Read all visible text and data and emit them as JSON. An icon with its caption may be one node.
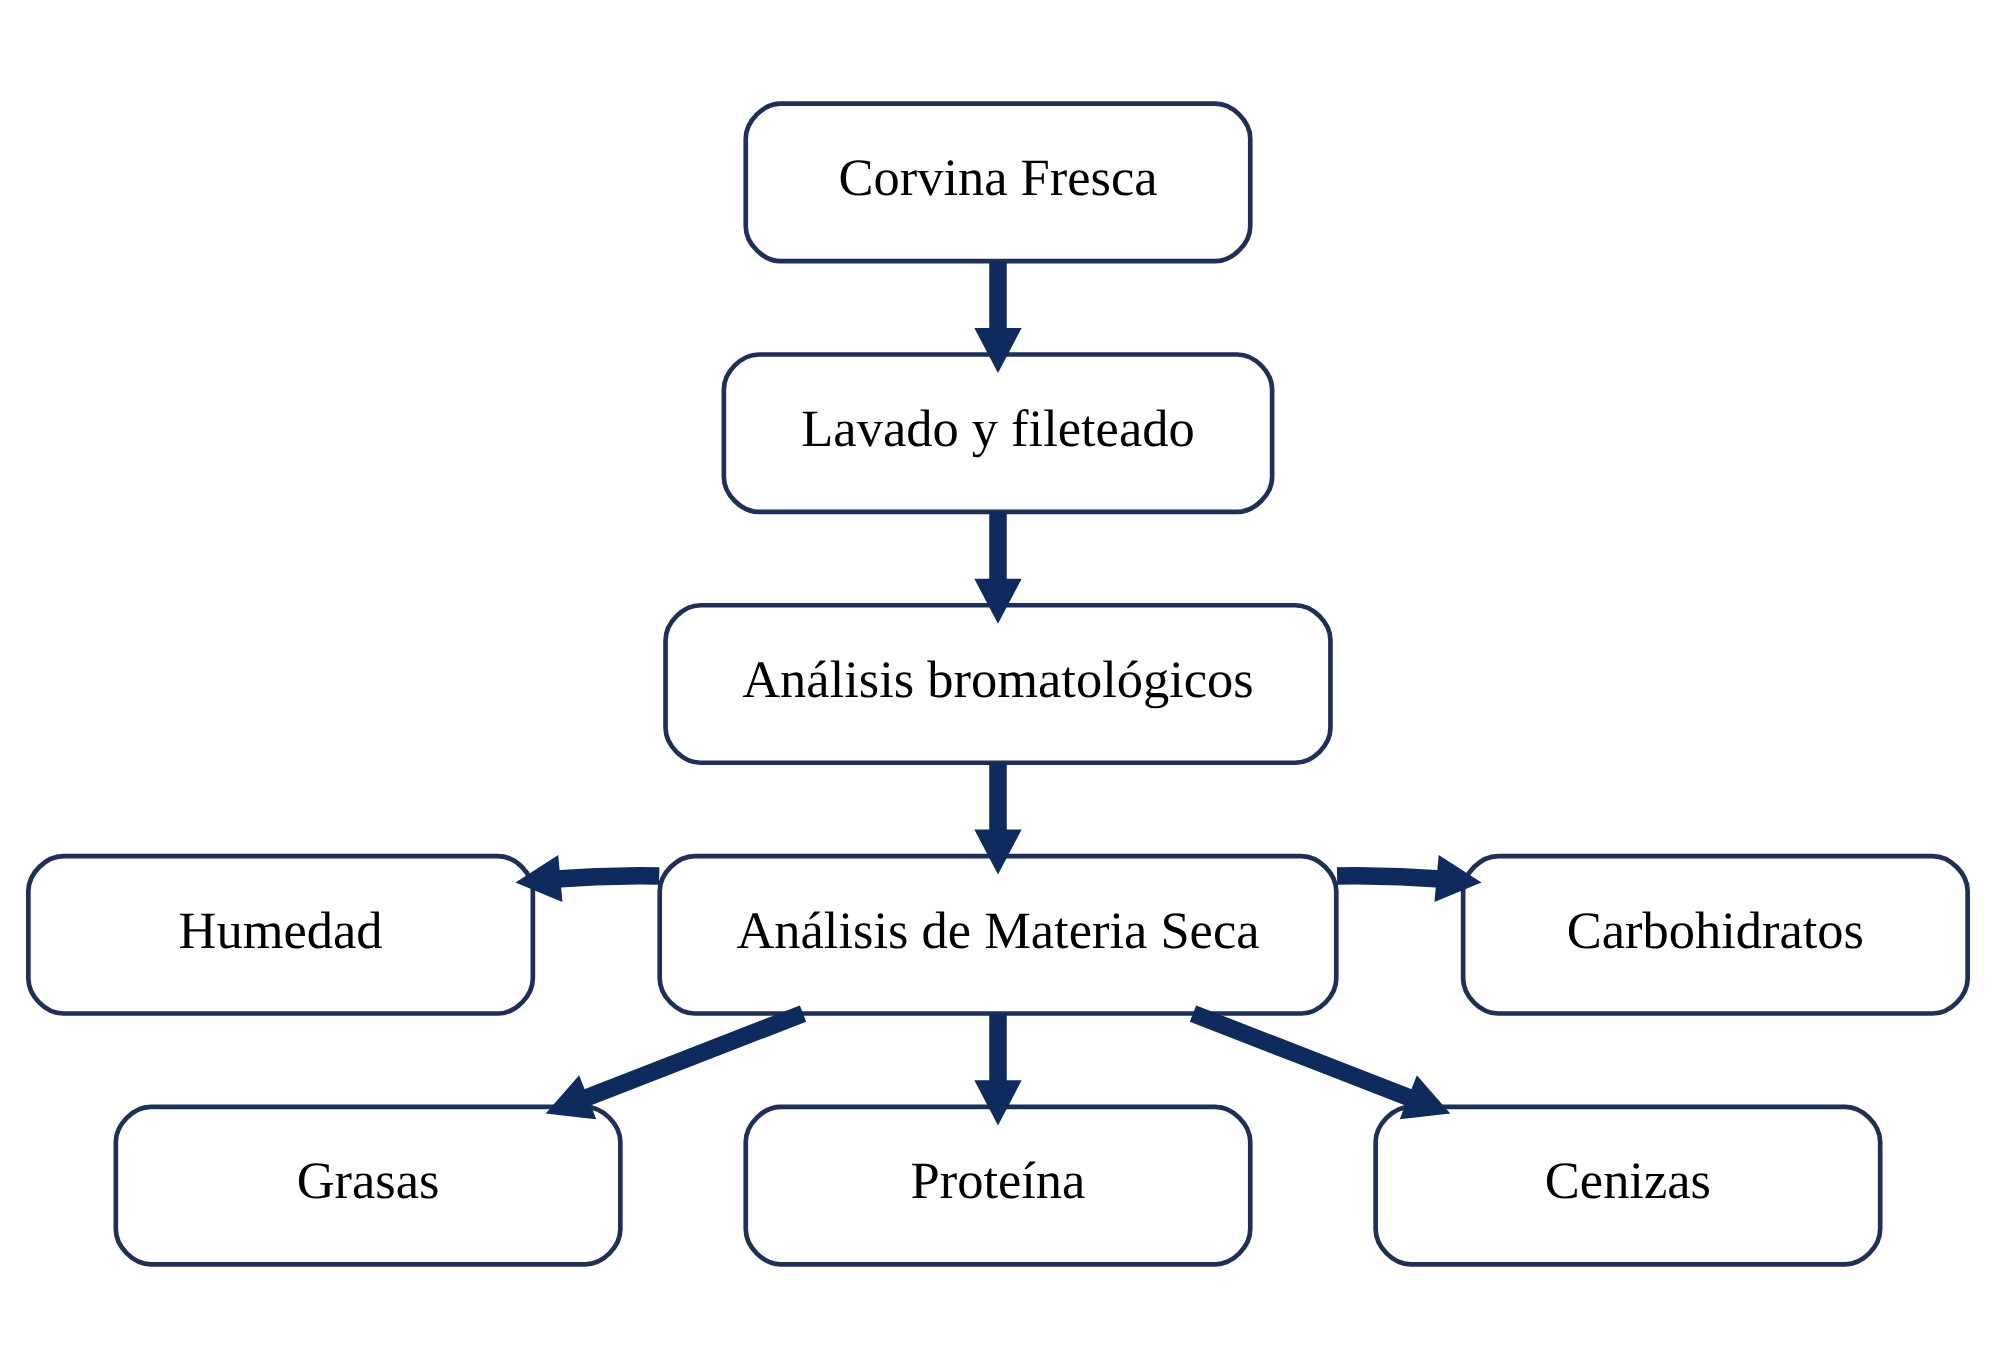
{
  "diagram": {
    "nodes": [
      {
        "text": [
          "Corvina Fresca"
        ]
      },
      {
        "text": [
          "Lavado y fileteado"
        ]
      },
      {
        "text": [
          "Análisis bromatológicos"
        ]
      },
      {
        "text": [
          "Análisis de Materia Seca"
        ]
      },
      {
        "text": [
          "Humedad"
        ]
      },
      {
        "text": [
          "Carbohidratos"
        ]
      },
      {
        "text": [
          "Grasas"
        ]
      },
      {
        "text": [
          "Proteína"
        ]
      },
      {
        "text": [
          "Cenizas"
        ]
      }
    ],
    "edges": [
      {
        "from": 0,
        "to": 1,
        "arrow": "to"
      },
      {
        "from": 1,
        "to": 2,
        "arrow": "to"
      },
      {
        "from": 2,
        "to": 3,
        "arrow": "to"
      },
      {
        "from": 3,
        "to": 4,
        "arrow": "to"
      },
      {
        "from": 3,
        "to": 5,
        "arrow": "to"
      },
      {
        "from": 3,
        "to": 6,
        "arrow": "to"
      },
      {
        "from": 3,
        "to": 7,
        "arrow": "to"
      },
      {
        "from": 3,
        "to": 8,
        "arrow": "to"
      }
    ]
  }
}
